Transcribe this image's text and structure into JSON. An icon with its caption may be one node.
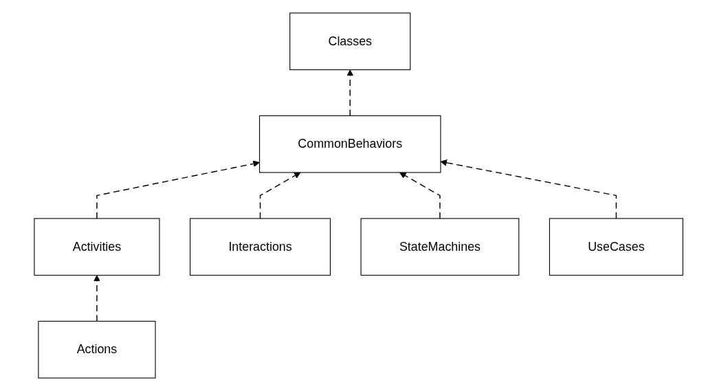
{
  "diagram": {
    "nodes": [
      {
        "text": [
          "Classes"
        ]
      },
      {
        "text": [
          "CommonBehaviors"
        ]
      },
      {
        "text": [
          "Actions"
        ]
      },
      {
        "text": [
          "Activities"
        ]
      },
      {
        "text": [
          "Interactions"
        ]
      },
      {
        "text": [
          "StateMachines"
        ]
      },
      {
        "text": [
          "UseCases"
        ]
      }
    ],
    "edges": [
      {
        "from": 1,
        "to": 0,
        "arrow": "to",
        "style": "dashed"
      },
      {
        "from": 3,
        "to": 1,
        "arrow": "to",
        "style": "dashed"
      },
      {
        "from": 4,
        "to": 1,
        "arrow": "to",
        "style": "dashed"
      },
      {
        "from": 5,
        "to": 1,
        "arrow": "to",
        "style": "dashed"
      },
      {
        "from": 6,
        "to": 1,
        "arrow": "to",
        "style": "dashed"
      },
      {
        "from": 2,
        "to": 3,
        "arrow": "to",
        "style": "dashed"
      }
    ]
  }
}
